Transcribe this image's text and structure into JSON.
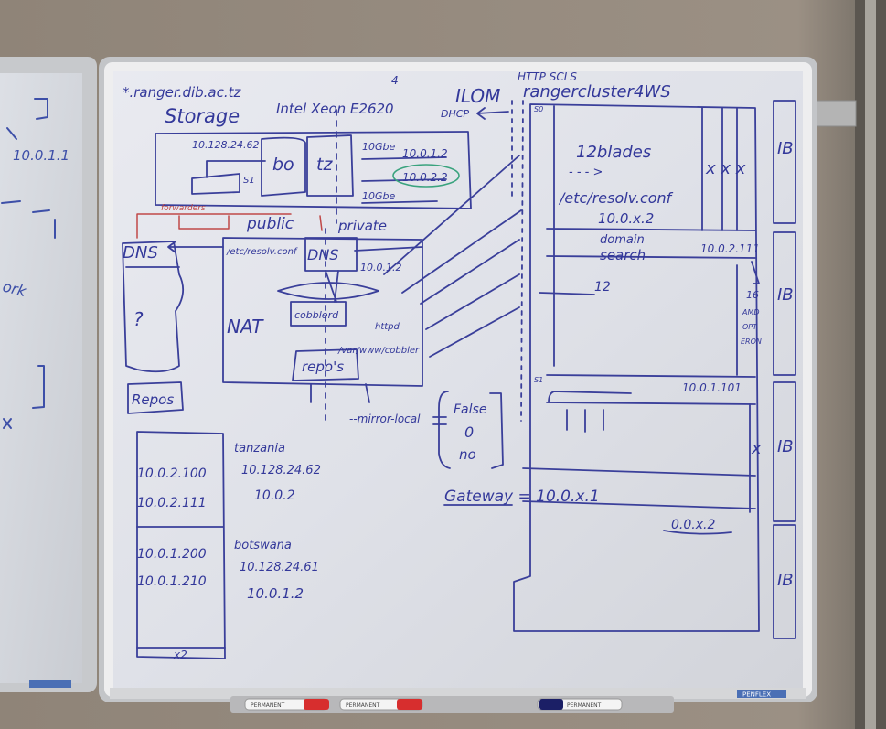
{
  "scene": {
    "board_left_text": {
      "ip": "10.0.1.1",
      "word": "ork"
    },
    "header": {
      "host": "*.ranger.dib.ac.tz",
      "storage": "Storage",
      "cpu": "Intel Xeon E2620",
      "cpu_count": "4",
      "ilom": "ILOM",
      "http_scls": "HTTP SCLS",
      "cluster": "rangercluster4WS",
      "dhcp": "DHCP"
    },
    "storage_box": {
      "ip": "10.128.24.62",
      "port": "S1",
      "bo": "bo",
      "tz": "tz",
      "gbe1": "10Gbe",
      "gbe2": "10Gbe",
      "ip_a": "10.0.1.2",
      "ip_b": "10.0.2.2"
    },
    "network": {
      "forwarders": "forwarders",
      "public": "public",
      "private": "private",
      "dns": "DNS",
      "dns_box": "DNS",
      "question": "?",
      "repos_left": "Repos",
      "resolv": "/etc/resolv.conf",
      "dns_ip": "10.0.1.2",
      "nat": "NAT",
      "cobbler": "cobblerd",
      "httpd": "httpd",
      "www": "/var/www/cobbler",
      "repos": "repo's",
      "mirror": "--mirror-local",
      "opt_false": "False",
      "opt_zero": "0",
      "opt_no": "no"
    },
    "hosts": {
      "range1": "10.0.2.100",
      "range2": "10.0.2.111",
      "tanzania": "tanzania",
      "tanzania_ip": "10.128.24.62",
      "tanzania_net": "10.0.2",
      "range3": "10.0.1.200",
      "range4": "10.0.1.210",
      "botswana": "botswana",
      "botswana_ip": "10.128.24.61",
      "botswana_net": "10.0.1.2",
      "count": "x2"
    },
    "rack": {
      "s0": "S0",
      "blades": "12blades",
      "arrow": "- - - >",
      "resolv": "/etc/resolv.conf",
      "ns": "10.0.x.2",
      "xxx": "x x x",
      "domain": "domain",
      "search": "search",
      "ip_111": "10.0.2.111",
      "twelve": "12",
      "amd": "16",
      "amd2": "AMD",
      "opt": "OPT",
      "eron": "ERON",
      "s1": "S1",
      "ip_101": "10.0.1.101",
      "x": "x",
      "gateway": "Gateway = 10.0.x.1",
      "gw2": "0.0.x.2",
      "ib1": "IB",
      "ib2": "IB",
      "ib3": "IB",
      "ib4": "IB"
    },
    "brand": "PENFLEX",
    "marker1": "PERMANENT",
    "marker2": "PERMANENT",
    "marker3": "PERMANENT"
  }
}
